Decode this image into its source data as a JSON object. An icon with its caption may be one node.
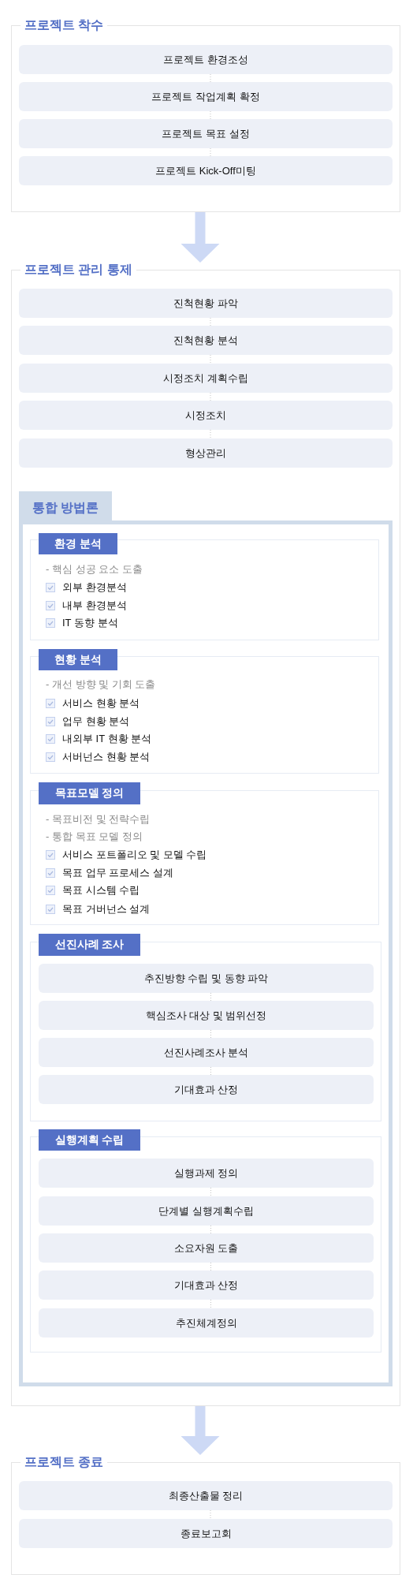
{
  "diagram": {
    "nodes": [
      {
        "text": [
          "프로젝트 착수"
        ]
      },
      {
        "text": [
          "프로젝트 환경조성"
        ],
        "in": 0
      },
      {
        "text": [
          "프로젝트 작업계획 확정"
        ],
        "in": 0
      },
      {
        "text": [
          "프로젝트 목표 설정"
        ],
        "in": 0
      },
      {
        "text": [
          "프로젝트 Kick-Off미팅"
        ],
        "in": 0
      },
      {
        "text": [
          "프로젝트 관리 통제"
        ]
      },
      {
        "text": [
          "진척현황 파악"
        ],
        "in": 5
      },
      {
        "text": [
          "진척현황 분석"
        ],
        "in": 5
      },
      {
        "text": [
          "시정조치 계획수립"
        ],
        "in": 5
      },
      {
        "text": [
          "시정조치"
        ],
        "in": 5
      },
      {
        "text": [
          "형상관리"
        ],
        "in": 5
      },
      {
        "text": [
          "통합 방법론"
        ],
        "in": 5
      },
      {
        "text": [
          "환경 분석",
          "- 핵심 성공 요소 도출",
          "외부 환경분석",
          "내부 환경분석",
          "IT 동향 분석"
        ],
        "in": 11
      },
      {
        "text": [
          "현황 분석",
          "- 개선 방향 및 기회 도출",
          "서비스 현황 분석",
          "업무 현황 분석",
          "내외부 IT 현황 분석",
          "서버넌스 현황 분석"
        ],
        "in": 11
      },
      {
        "text": [
          "목표모델 정의",
          "- 목표비전 및 전략수립",
          "- 통합 목표 모델 정의",
          "서비스 포트폴리오 및 모델 수립",
          "목표 업무 프로세스 설계",
          "목표 시스템 수립",
          "목표 거버넌스 설계"
        ],
        "in": 11
      },
      {
        "text": [
          "선진사례 조사"
        ],
        "in": 11
      },
      {
        "text": [
          "추진방향 수립 및 동향 파악"
        ],
        "in": 15
      },
      {
        "text": [
          "핵심조사 대상 및 범위선정"
        ],
        "in": 15
      },
      {
        "text": [
          "선진사례조사 분석"
        ],
        "in": 15
      },
      {
        "text": [
          "기대효과 산정"
        ],
        "in": 15
      },
      {
        "text": [
          "실행계획 수립"
        ],
        "in": 11
      },
      {
        "text": [
          "실행과제 정의"
        ],
        "in": 20
      },
      {
        "text": [
          "단계별 실행계획수립"
        ],
        "in": 20
      },
      {
        "text": [
          "소요자원 도출"
        ],
        "in": 20
      },
      {
        "text": [
          "기대효과 산정"
        ],
        "in": 20
      },
      {
        "text": [
          "추진체계정의"
        ],
        "in": 20
      },
      {
        "text": [
          "프로젝트 종료"
        ]
      },
      {
        "text": [
          "최종산출물 정리"
        ],
        "in": 26
      },
      {
        "text": [
          "종료보고회"
        ],
        "in": 26
      }
    ],
    "edges": [
      {
        "from": 1,
        "to": 2,
        "arrow": "none",
        "style": "dashed"
      },
      {
        "from": 2,
        "to": 3,
        "arrow": "none",
        "style": "dashed"
      },
      {
        "from": 3,
        "to": 4,
        "arrow": "none",
        "style": "dashed"
      },
      {
        "from": 0,
        "to": 5,
        "arrow": "to",
        "style": "thick",
        "color": "#cdd9f5"
      },
      {
        "from": 6,
        "to": 7,
        "arrow": "none",
        "style": "dashed"
      },
      {
        "from": 7,
        "to": 8,
        "arrow": "none",
        "style": "dashed"
      },
      {
        "from": 8,
        "to": 9,
        "arrow": "none",
        "style": "dashed"
      },
      {
        "from": 9,
        "to": 10,
        "arrow": "none",
        "style": "dashed"
      },
      {
        "from": 16,
        "to": 17,
        "arrow": "none",
        "style": "dashed"
      },
      {
        "from": 17,
        "to": 18,
        "arrow": "none",
        "style": "dashed"
      },
      {
        "from": 18,
        "to": 19,
        "arrow": "none",
        "style": "dashed"
      },
      {
        "from": 21,
        "to": 22,
        "arrow": "none",
        "style": "dashed"
      },
      {
        "from": 22,
        "to": 23,
        "arrow": "none",
        "style": "dashed"
      },
      {
        "from": 23,
        "to": 24,
        "arrow": "none",
        "style": "dashed"
      },
      {
        "from": 24,
        "to": 25,
        "arrow": "none",
        "style": "dashed"
      },
      {
        "from": 5,
        "to": 26,
        "arrow": "to",
        "style": "thick",
        "color": "#cdd9f5"
      },
      {
        "from": 27,
        "to": 28,
        "arrow": "none",
        "style": "dashed"
      }
    ]
  }
}
